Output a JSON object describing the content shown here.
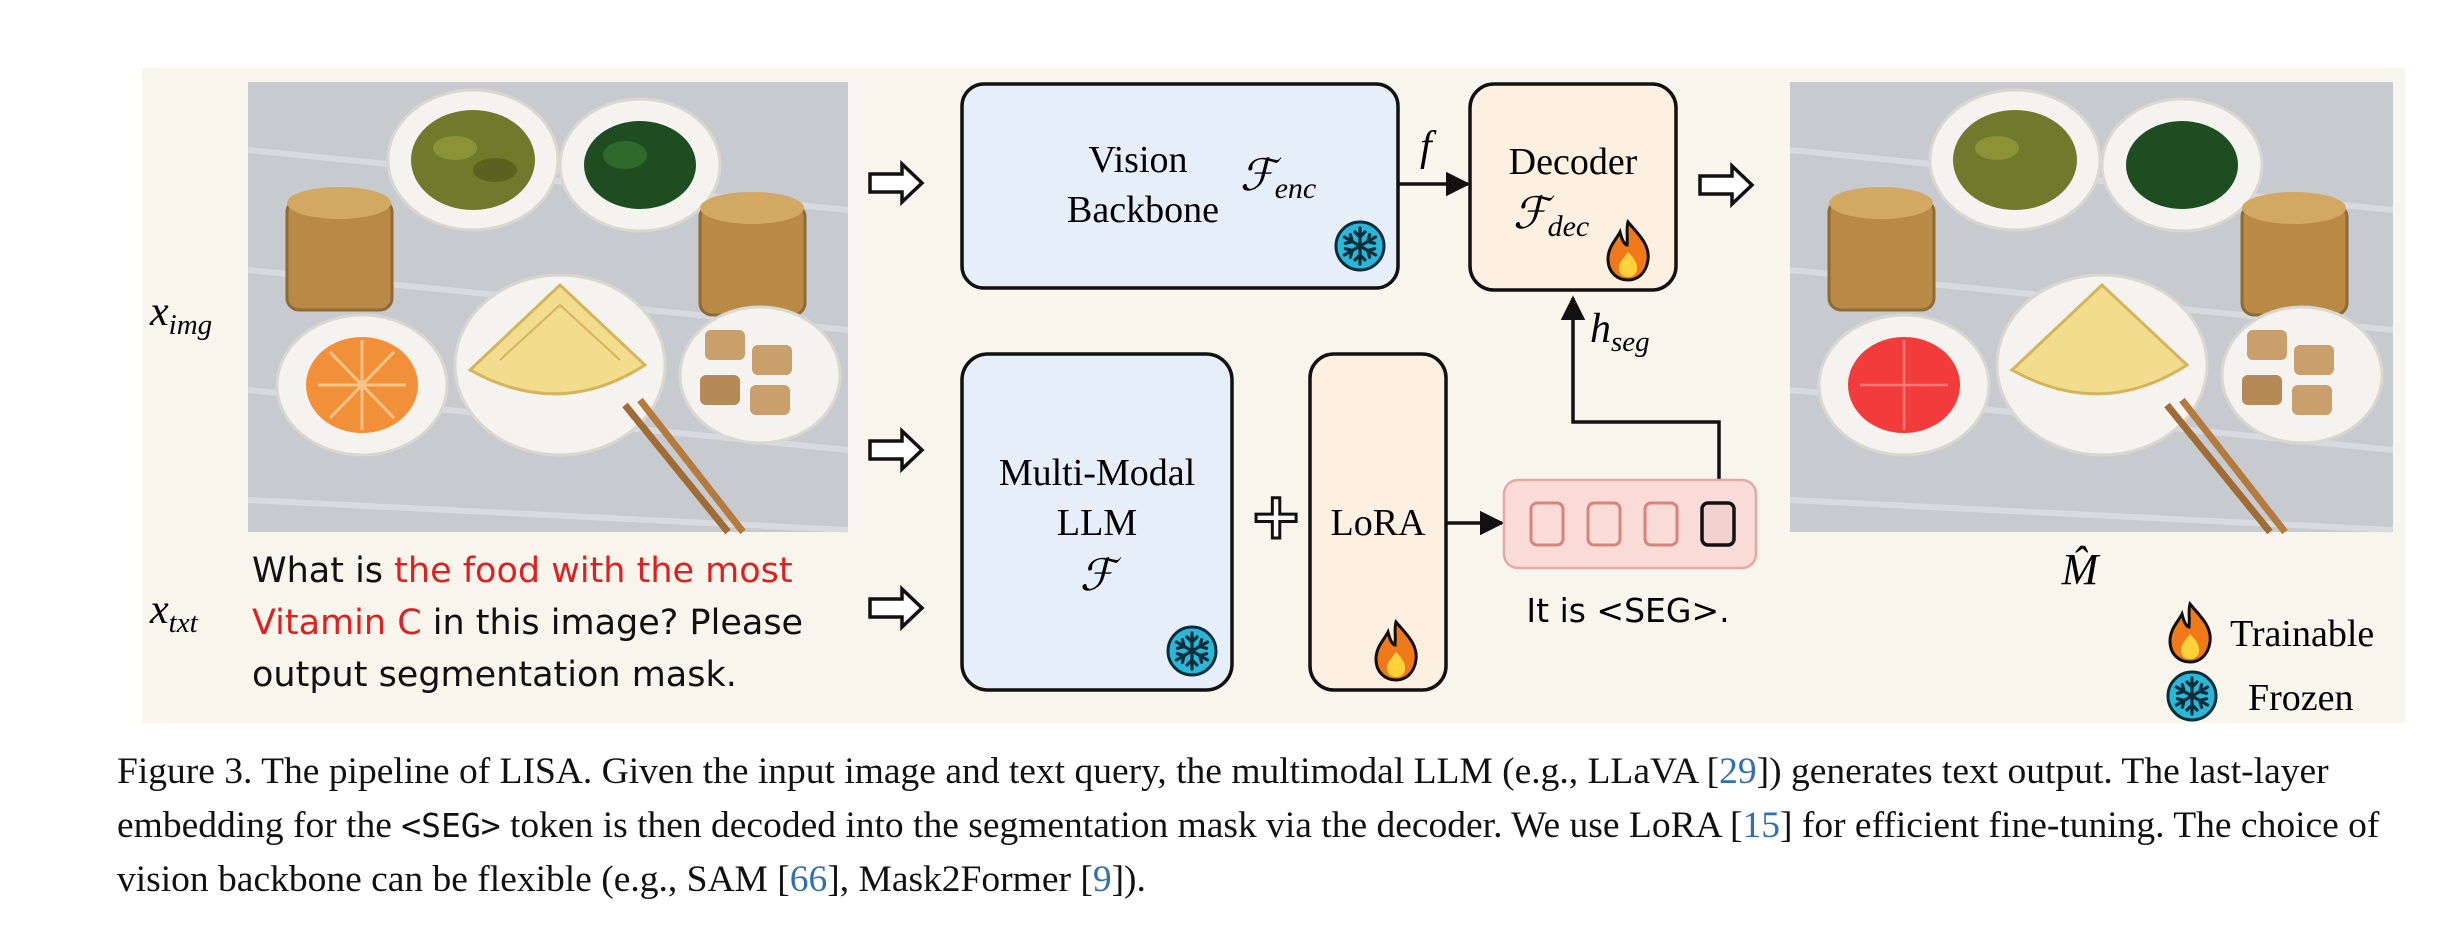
{
  "diagram": {
    "inputs": {
      "x_img_label": "x",
      "x_img_sub": "img",
      "x_txt_label": "x",
      "x_txt_sub": "txt"
    },
    "query": {
      "part1": "What is ",
      "part2": "the food with the most Vitamin C",
      "part3": " in this image? Please output segmentation mask."
    },
    "vision_backbone": {
      "line1": "Vision",
      "line2": "Backbone",
      "symbol": "ℱ",
      "symbol_sub": "enc"
    },
    "feature_label": "f",
    "decoder": {
      "line1": "Decoder",
      "symbol": "ℱ",
      "symbol_sub": "dec"
    },
    "h_seg": {
      "label": "h",
      "sub": "seg"
    },
    "mllm": {
      "line1": "Multi-Modal",
      "line2": "LLM",
      "symbol": "ℱ"
    },
    "plus_symbol": "+",
    "lora": {
      "label": "LoRA"
    },
    "output_text": "It is <SEG>.",
    "mask_label": "M̂",
    "legend": {
      "trainable": "Trainable",
      "frozen": "Frozen"
    },
    "colors": {
      "panel_bg": "#f8f5ec",
      "frozen_box": "#e5eef9",
      "trainable_box": "#fdf0e1",
      "token_box": "#f9dcd8",
      "highlight_text": "#e02020",
      "snowflake": "#2bb8d8",
      "flame": "#f07a1a",
      "segmentation_mask": "#f23c3c"
    },
    "icons": [
      "snowflake-icon",
      "flame-icon",
      "hollow-arrow-icon"
    ]
  },
  "caption": {
    "lead": "Figure 3. The pipeline of LISA. Given the input image and text query, the multimodal LLM (e.g., LLaVA [",
    "ref1": "29",
    "mid1": "]) generates text output. The last-layer embedding for the ",
    "token": "<SEG>",
    "mid2": " token is then decoded into the segmentation mask via the decoder. We use LoRA [",
    "ref2": "15",
    "mid3": "] for efficient fine-tuning. The choice of vision backbone can be flexible (e.g., SAM [",
    "ref3": "66",
    "mid4": "], Mask2Former [",
    "ref4": "9",
    "end": "])."
  }
}
